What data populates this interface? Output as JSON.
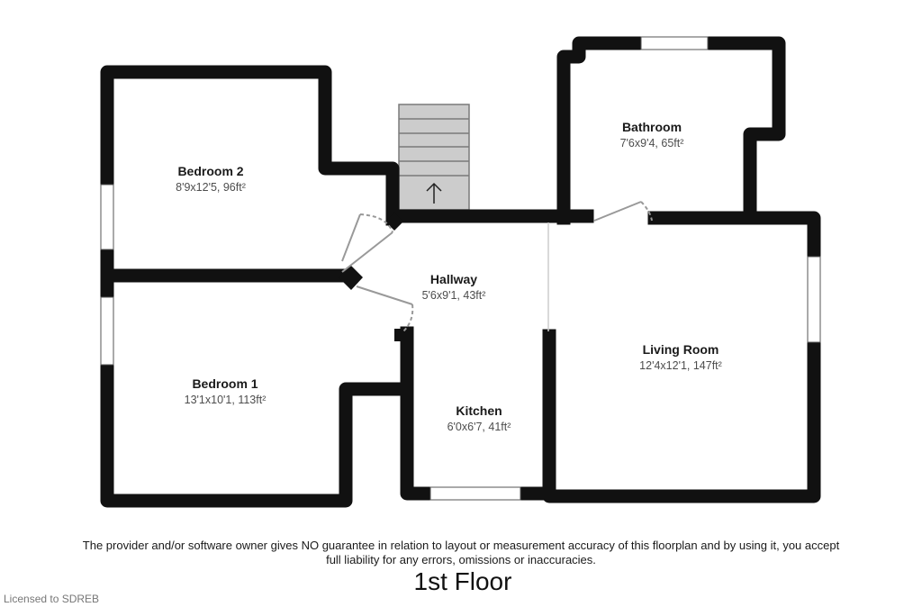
{
  "rooms": {
    "bedroom2": {
      "name": "Bedroom 2",
      "dims": "8'9x12'5, 96ft²"
    },
    "bathroom": {
      "name": "Bathroom",
      "dims": "7'6x9'4, 65ft²"
    },
    "hallway": {
      "name": "Hallway",
      "dims": "5'6x9'1, 43ft²"
    },
    "living": {
      "name": "Living Room",
      "dims": "12'4x12'1, 147ft²"
    },
    "bedroom1": {
      "name": "Bedroom 1",
      "dims": "13'1x10'1, 113ft²"
    },
    "kitchen": {
      "name": "Kitchen",
      "dims": "6'0x6'7, 41ft²"
    }
  },
  "disclaimer": {
    "line1": "The provider and/or software owner gives NO guarantee in relation to layout or measurement accuracy of this floorplan and by using it, you accept",
    "line2": "full liability for any errors, omissions or inaccuracies."
  },
  "floor_title": "1st Floor",
  "license": "Licensed to SDREB",
  "colors": {
    "wall": "#111111",
    "stairs": "#cccccc",
    "door_swing": "#999999",
    "window": "#ffffff"
  },
  "stairs_direction": "up-arrow-icon"
}
